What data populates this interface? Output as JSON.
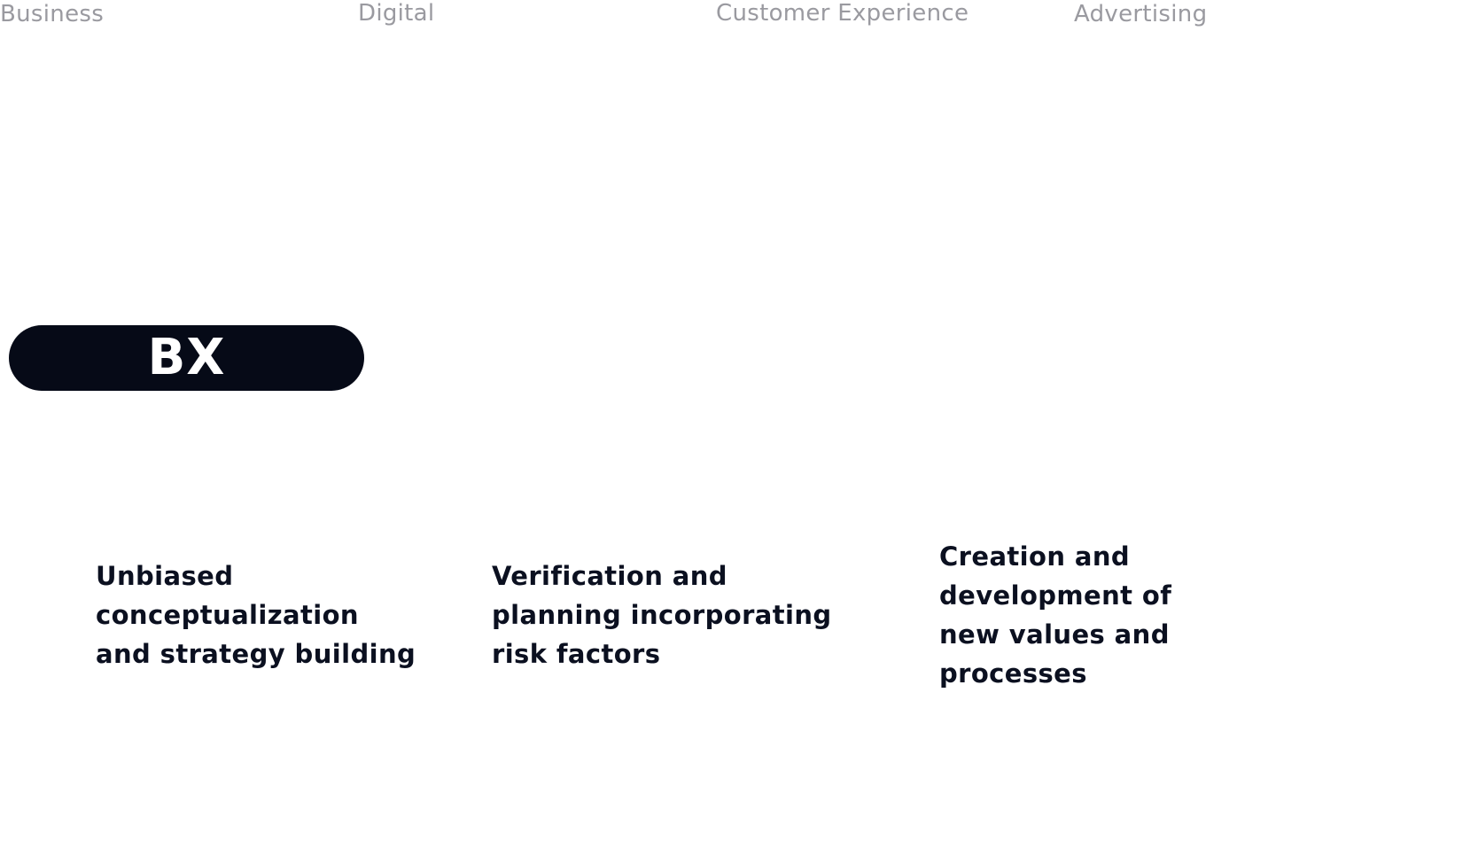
{
  "nav": {
    "items": [
      {
        "label": "Business"
      },
      {
        "label": "Digital"
      },
      {
        "label": "Customer Experience"
      },
      {
        "label": "Advertising"
      }
    ]
  },
  "badge": {
    "label": "BX"
  },
  "features": [
    {
      "text": "Unbiased\nconceptualization\nand strategy building"
    },
    {
      "text": "Verification and\nplanning incorporating\nrisk factors"
    },
    {
      "text": "Creation and\ndevelopment of\nnew values and\nprocesses"
    }
  ],
  "colors": {
    "nav_text": "#9a9aa0",
    "pill_bg": "#060a17",
    "pill_text": "#ffffff",
    "body_text": "#0b1020",
    "background": "#ffffff"
  }
}
